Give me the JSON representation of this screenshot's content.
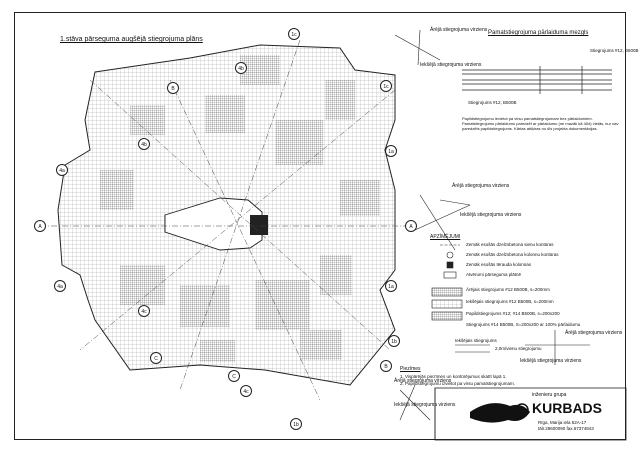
{
  "plan_title": "1.stāva pārseguma augšējā stiegrojuma plāns",
  "node_title": "Pamatstiegrojuma pārlaiduma mezgls",
  "node_labels": {
    "top": "Stiegrojums #12, B500B",
    "bottom": "Stiegrojums #12, B500B"
  },
  "node_note": "Papildstiegrojumu ievietot pa virsu pamatstiegrojumam bez pārlaidumiem. Pamatstiegrojumu pārlaidumu paredzēt ar pārlaidumu (ne mazāk kā 40d) vietās, kur nav paredzēts papildstiegrojums. Kārtas atšķiras no šīs projekta dokumentācijas.",
  "axis_labels": [
    "1c",
    "1c",
    "4b",
    "4b",
    "B",
    "B",
    "1a",
    "1a",
    "A",
    "A",
    "4a",
    "4a",
    "4c",
    "4c",
    "1b",
    "1b",
    "C",
    "C"
  ],
  "direction_labels": {
    "upper": "Ārējā stiegrojuma virziens",
    "lower": "Iekšējā stiegrojuma virziens"
  },
  "legend_title": "APZĪMĒJUMI",
  "legend_items": [
    "Zemāk esošās dzelzsbetona sienu kontūras",
    "Zemāk esošās dzelzsbetona kolonnu kontūras",
    "Zemāk esošās tērauda kolonnas",
    "Atvērumi pārseguma plātnē",
    "Ārējais stiegrojums #12 B500B, s=200mm",
    "Iekšējais stiegrojums #12 B500B, s=200mm",
    "Papildstiegrojums #12; #14 B500B, s=200x200",
    "Stiegrojums #14 B500B, S=200x200 ar 100% pārlaidumu"
  ],
  "stirrup_label": "Iekšējais stiegrojums",
  "bar_note": "2,0m/vienu stiegrojumu",
  "notes_title": "Piezīmes",
  "notes": [
    "1. Vispārējās piezīmes un kontūrējumus skatīt lapā 1.",
    "2. Papildstiegrojumu izvietot pa virsu pamatstiegrojumam."
  ],
  "company": {
    "tagline": "inženieru grupa",
    "name": "KURBADS",
    "address": "Rīga, Marija iela 52A-17",
    "phone": "tālr.28600090  fax.67374843"
  }
}
